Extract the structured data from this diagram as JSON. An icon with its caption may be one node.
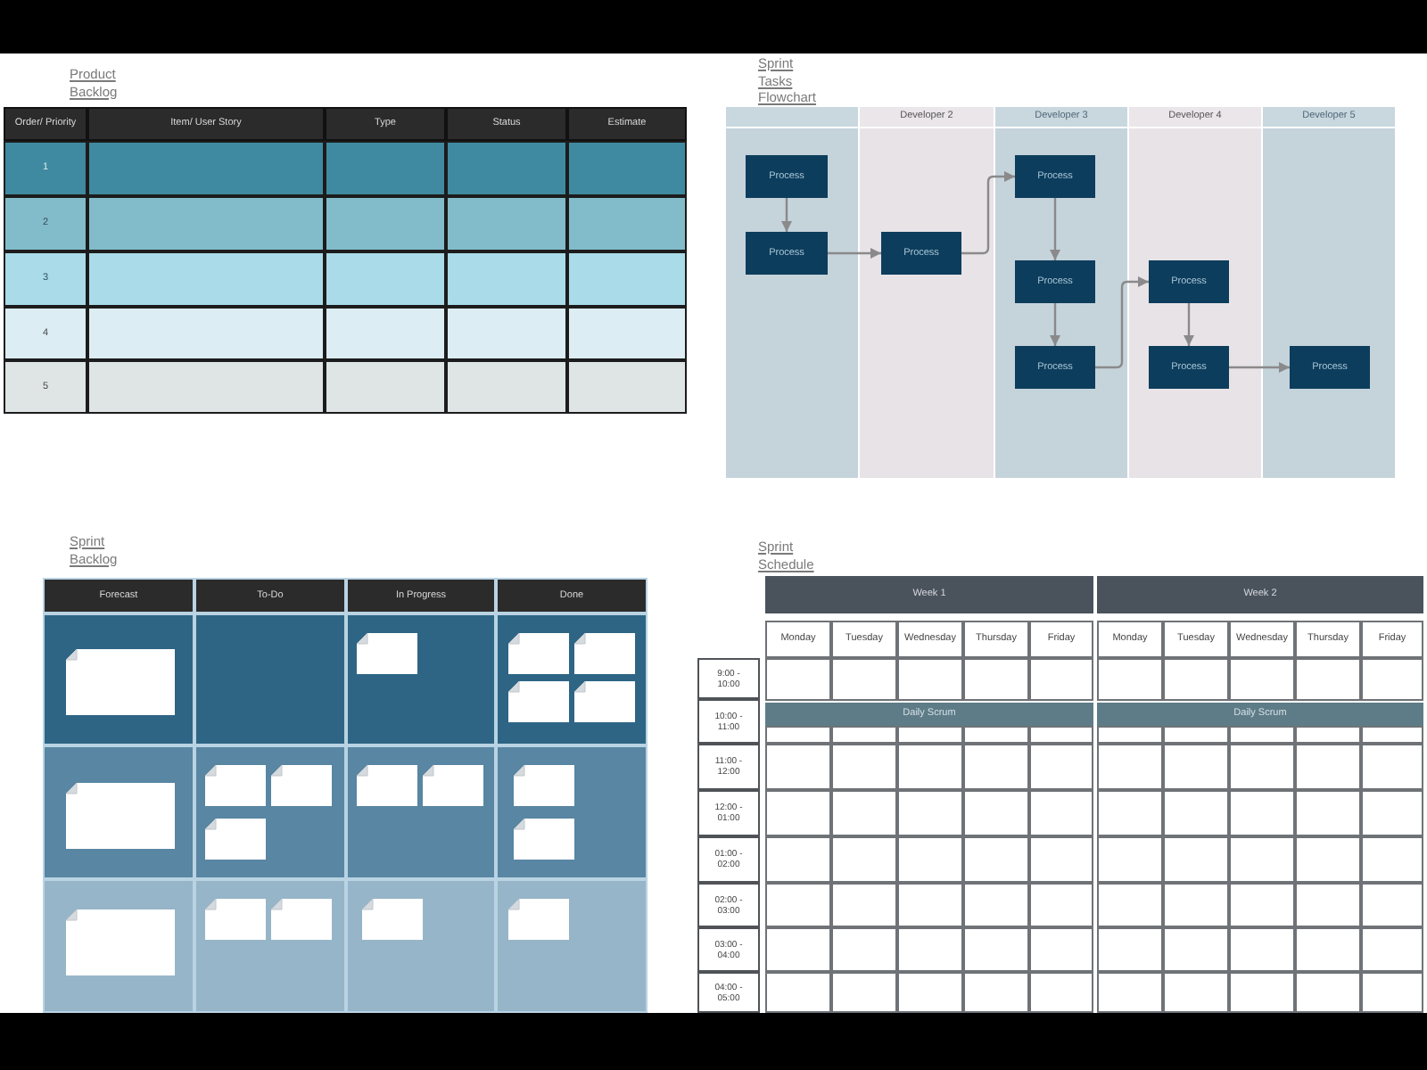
{
  "diagram": {
    "nodes": [
      {
        "text": [],
        "shape": "band"
      },
      {
        "text": [
          "Process"
        ],
        "in": 0
      },
      {
        "text": [
          "Process"
        ],
        "in": 0
      },
      {
        "text": [
          "Developer 2"
        ]
      },
      {
        "text": [
          "Process"
        ],
        "in": 3
      },
      {
        "text": [
          "Developer 3"
        ]
      },
      {
        "text": [
          "Process"
        ],
        "in": 5
      },
      {
        "text": [
          "Process"
        ],
        "in": 5
      },
      {
        "text": [
          "Process"
        ],
        "in": 5
      },
      {
        "text": [
          "Developer 4"
        ]
      },
      {
        "text": [
          "Process"
        ],
        "in": 9
      },
      {
        "text": [
          "Process"
        ],
        "in": 9
      },
      {
        "text": [
          "Developer 5"
        ]
      },
      {
        "text": [
          "Process"
        ],
        "in": 12
      }
    ],
    "edges": [
      {
        "from": 1,
        "to": 2,
        "arrow": "to"
      },
      {
        "from": 2,
        "to": 4,
        "arrow": "to"
      },
      {
        "from": 4,
        "to": 6,
        "arrow": "to"
      },
      {
        "from": 6,
        "to": 7,
        "arrow": "to"
      },
      {
        "from": 7,
        "to": 8,
        "arrow": "to"
      },
      {
        "from": 8,
        "to": 10,
        "arrow": "to"
      },
      {
        "from": 10,
        "to": 11,
        "arrow": "to"
      },
      {
        "from": 11,
        "to": 13,
        "arrow": "to"
      }
    ],
    "labels": [
      "Product Backlog",
      "Order/ Priority",
      "Item/ User Story",
      "Type",
      "Status",
      "Estimate",
      "1",
      "2",
      "3",
      "4",
      "5",
      "Sprint Tasks Flowchart",
      "Sprint Backlog",
      "Forecast",
      "To-Do",
      "In Progress",
      "Done",
      "Sprint Schedule",
      "Week 1",
      "Week 2",
      "Monday",
      "Tuesday",
      "Wednesday",
      "Thursday",
      "Friday",
      "Monday",
      "Tuesday",
      "Wednesday",
      "Thursday",
      "Friday",
      "9:00 - 10:00",
      "10:00 - 11:00",
      "Daily Scrum",
      "Daily Scrum",
      "11:00 - 12:00",
      "12:00 - 01:00",
      "01:00 - 02:00",
      "02:00 - 03:00",
      "03:00 - 04:00",
      "04:00 - 05:00"
    ]
  }
}
